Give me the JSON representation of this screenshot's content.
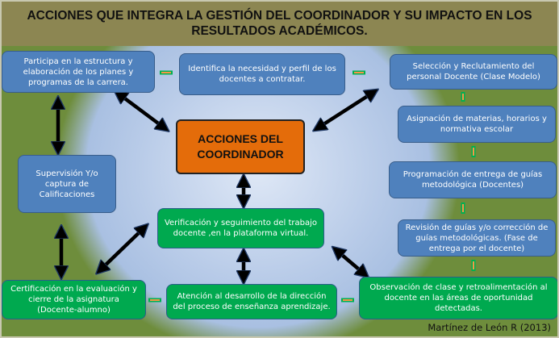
{
  "title": "ACCIONES QUE INTEGRA LA GESTIÓN   DEL COORDINADOR Y SU IMPACTO EN LOS RESULTADOS ACADÉMICOS.",
  "center": "ACCIONES DEL COORDINADOR",
  "boxes": {
    "planes": "Participa en la estructura y elaboración de los planes y programas de la carrera.",
    "perfil": "Identifica la necesidad y perfil de los docentes a contratar.",
    "seleccion": "Selección y Reclutamiento del personal Docente (Clase Modelo)",
    "asignacion": "Asignación de materias, horarios y normativa escolar",
    "programacion": "Programación de entrega de guías metodológica (Docentes)",
    "revision": "Revisión de guías y/o corrección de guías metodológicas. (Fase de entrega por el docente)",
    "observacion": "Observación de clase y retroalimentación al docente en las áreas de oportunidad detectadas.",
    "atencion": "Atención al desarrollo de la dirección del proceso de enseñanza aprendizaje.",
    "certificacion": "Certificación en la evaluación y cierre de la asignatura (Docente-alumno)",
    "verificacion": "Verificación  y seguimiento del trabajo docente ,en la plataforma virtual.",
    "supervision": "Supervisión Y/o captura de Calificaciones"
  },
  "credit": "Martínez de León R (2013)",
  "colors": {
    "blue": "#4f81bd",
    "green": "#00a94f",
    "orange": "#e46c0a",
    "olive": "#8c8652"
  }
}
